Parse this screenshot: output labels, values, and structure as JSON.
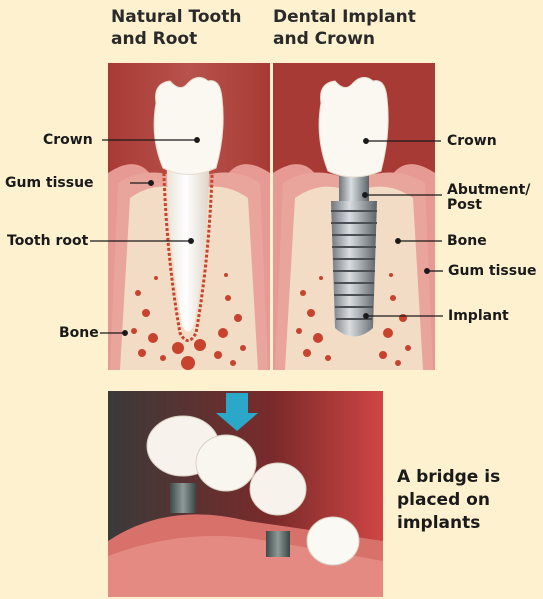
{
  "titles": {
    "left": "Natural Tooth\nand Root",
    "right": "Dental Implant\nand Crown"
  },
  "left_labels": {
    "crown": "Crown",
    "gum_tissue": "Gum tissue",
    "tooth_root": "Tooth root",
    "bone": "Bone"
  },
  "right_labels": {
    "crown": "Crown",
    "abutment": "Abutment/\nPost",
    "bone": "Bone",
    "gum_tissue": "Gum tissue",
    "implant": "Implant"
  },
  "bridge_caption": "A bridge is\nplaced on\nimplants",
  "colors": {
    "background": "#fdf1cf",
    "gum": "#e79a93",
    "gum_dark": "#a83a35",
    "bone": "#f3dcc6",
    "bone_spots": "#c8432d",
    "tooth": "#fbf8f2",
    "metal": "#9aa0a4",
    "arrow": "#2aa7c9"
  }
}
